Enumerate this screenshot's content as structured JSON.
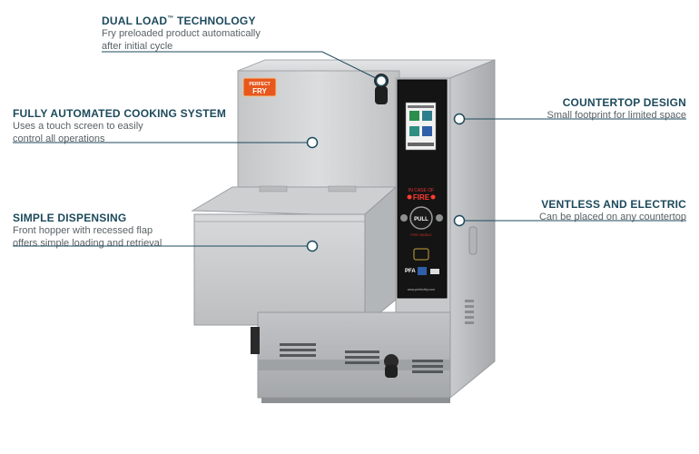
{
  "brand": {
    "logo_top": "PERFECT",
    "logo_bottom": "FRY"
  },
  "callouts": {
    "dual_load": {
      "title": "DUAL LOAD",
      "tm": "™",
      "title_suffix": " TECHNOLOGY",
      "line1": "Fry preloaded product automatically",
      "line2": "after initial cycle"
    },
    "automated": {
      "title": "FULLY AUTOMATED COOKING SYSTEM",
      "line1": "Uses a touch screen to easily",
      "line2": "control all operations"
    },
    "dispensing": {
      "title": "SIMPLE DISPENSING",
      "line1": "Front hopper with recessed flap",
      "line2": "offers simple loading and retrieval"
    },
    "countertop": {
      "title": "COUNTERTOP DESIGN",
      "line1": "Small footprint for limited space"
    },
    "ventless": {
      "title": "VENTLESS AND ELECTRIC",
      "line1": "Can be placed on any countertop"
    }
  },
  "panel": {
    "fire_line1": "IN CASE OF",
    "fire_line2": "FIRE",
    "pull": "PULL",
    "pull_sub": "FIRE HANDLE",
    "pfa": "PFA",
    "website": "www.perfectfry.com"
  },
  "colors": {
    "title": "#1d4a5c",
    "leader": "#1d4a5c",
    "steel_light": "#d9dadb",
    "steel_mid": "#b9bbbd",
    "steel_dark": "#8f9295",
    "panel_black": "#141414",
    "logo_orange": "#e8571c"
  }
}
